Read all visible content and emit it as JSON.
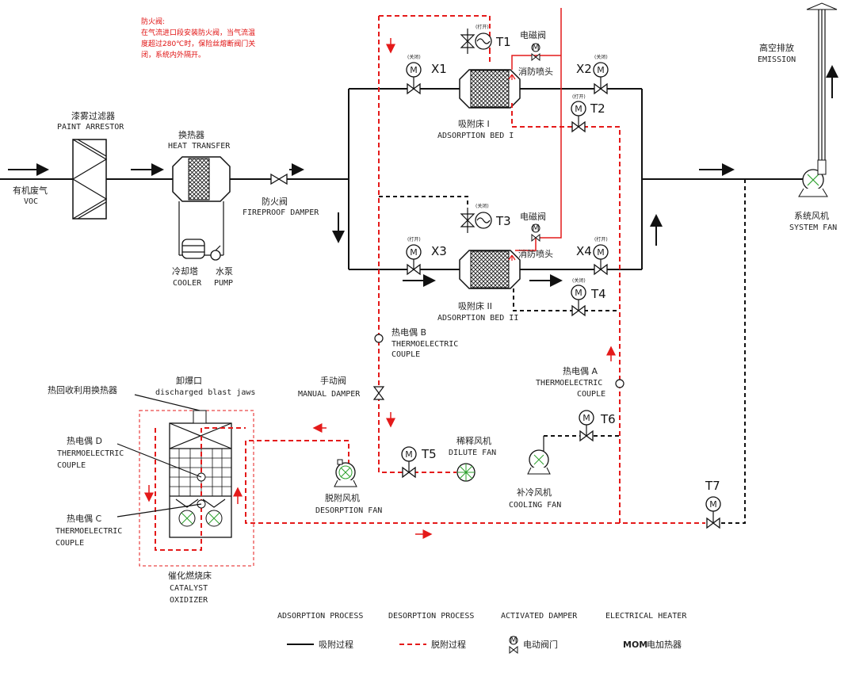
{
  "note": {
    "title": "防火阀:",
    "lines": [
      "在气流进口段安装防火阀，当气流温",
      "度超过280℃时，保险丝熔断阀门关",
      "闭，系统内外隔开。"
    ]
  },
  "labels": {
    "voc_cn": "有机废气",
    "voc_en": "VOC",
    "paint_cn": "漆雾过滤器",
    "paint_en": "PAINT ARRESTOR",
    "heat_cn": "换热器",
    "heat_en": "HEAT TRANSFER",
    "cooler_cn": "冷却塔",
    "cooler_en": "COOLER",
    "pump_cn": "水泵",
    "pump_en": "PUMP",
    "damper_cn": "防火阀",
    "damper_en": "FIREPROOF DAMPER",
    "bed1_cn": "吸附床 I",
    "bed1_en": "ADSORPTION BED I",
    "bed2_cn": "吸附床 II",
    "bed2_en": "ADSORPTION BED II",
    "solenoid1": "电磁阀",
    "solenoid2": "电磁阀",
    "spray1": "消防喷头",
    "spray2": "消防喷头",
    "x1": "X1",
    "x2": "X2",
    "x3": "X3",
    "x4": "X4",
    "t1": "T1",
    "t2": "T2",
    "t3": "T3",
    "t4": "T4",
    "t5": "T5",
    "t6": "T6",
    "t7": "T7",
    "open": "(打开)",
    "closed": "(关闭)",
    "emission_cn": "高空排放",
    "emission_en": "EMISSION",
    "sysfan_cn": "系统风机",
    "sysfan_en": "SYSTEM FAN",
    "tcb_cn": "热电偶 B",
    "tcb_en1": "THERMOELECTRIC",
    "tcb_en2": "COUPLE",
    "tca_cn": "热电偶 A",
    "tca_en1": "THERMOELECTRIC",
    "tca_en2": "COUPLE",
    "tcd_cn": "热电偶 D",
    "tcd_en1": "THERMOELECTRIC",
    "tcd_en2": "COUPLE",
    "tcc_cn": "热电偶 C",
    "tcc_en1": "THERMOELECTRIC",
    "tcc_en2": "COUPLE",
    "manual_cn": "手动阀",
    "manual_en": "MANUAL DAMPER",
    "blast_cn": "卸爆口",
    "blast_en": "discharged blast jaws",
    "recovery_cn": "热回收利用换热器",
    "dilute_cn": "稀释风机",
    "dilute_en": "DILUTE FAN",
    "desorp_fan_cn": "脱附风机",
    "desorp_fan_en": "DESORPTION FAN",
    "cooling_cn": "补冷风机",
    "cooling_en": "COOLING FAN",
    "catalyst_cn": "催化燃烧床",
    "catalyst_en1": "CATALYST",
    "catalyst_en2": "OXIDIZER"
  },
  "legend": {
    "en": [
      "ADSORPTION PROCESS",
      "DESORPTION PROCESS",
      "ACTIVATED DAMPER",
      "ELECTRICAL HEATER"
    ],
    "cn": [
      "吸附过程",
      "脱附过程",
      "电动阀门",
      "电加热器"
    ],
    "heater_symbol": "MOM"
  },
  "colors": {
    "red": "#e41a1a",
    "black": "#111111"
  }
}
